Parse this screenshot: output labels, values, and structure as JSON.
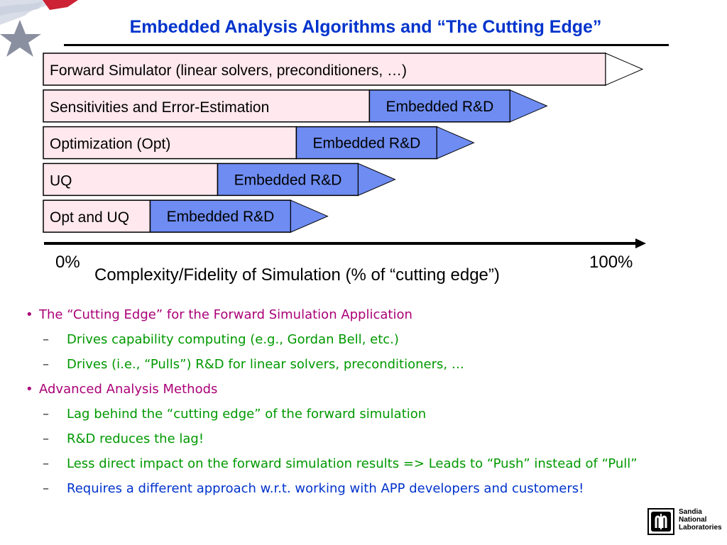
{
  "title": "Embedded Analysis Algorithms and “The Cutting Edge”",
  "rows": [
    {
      "label": "Forward Simulator (linear solvers, preconditioners, …)",
      "embedded": "",
      "label_fraction": 1.0,
      "embedded_fraction": 0.0
    },
    {
      "label": "Sensitivities and Error-Estimation",
      "embedded": "Embedded R&D",
      "label_fraction": 0.58,
      "embedded_fraction": 0.25
    },
    {
      "label": "Optimization (Opt)",
      "embedded": "Embedded R&D",
      "label_fraction": 0.45,
      "embedded_fraction": 0.25
    },
    {
      "label": "UQ",
      "embedded": "Embedded R&D",
      "label_fraction": 0.31,
      "embedded_fraction": 0.25
    },
    {
      "label": "Opt and UQ",
      "embedded": "Embedded R&D",
      "label_fraction": 0.19,
      "embedded_fraction": 0.25
    }
  ],
  "axis": {
    "start_label": "0%",
    "end_label": "100%",
    "label": "Complexity/Fidelity of Simulation (% of “cutting edge”)"
  },
  "bullets": [
    {
      "text": "The “Cutting Edge” for the Forward Simulation Application",
      "subs": [
        "Drives capability computing (e.g., Gordan Bell, etc.)",
        "Drives (i.e., “Pulls”) R&D for linear solvers, preconditioners, …"
      ]
    },
    {
      "text": "Advanced Analysis Methods",
      "subs": [
        "Lag behind the “cutting edge” of the forward simulation",
        "R&D reduces the lag!",
        "Less direct impact on the forward simulation results => Leads to “Push” instead of “Pull”",
        "Requires a different approach w.r.t. working with APP developers and customers!"
      ]
    }
  ],
  "logo": {
    "line1": "Sandia",
    "line2": "National",
    "line3": "Laboratories"
  },
  "colors": {
    "title": "#0033cc",
    "label_fill": "#ffe8ee",
    "embedded_fill": "#6e8cf2",
    "bullet_l1": "#aa0077",
    "bullet_green": "#009900",
    "bullet_blue": "#0033cc"
  }
}
